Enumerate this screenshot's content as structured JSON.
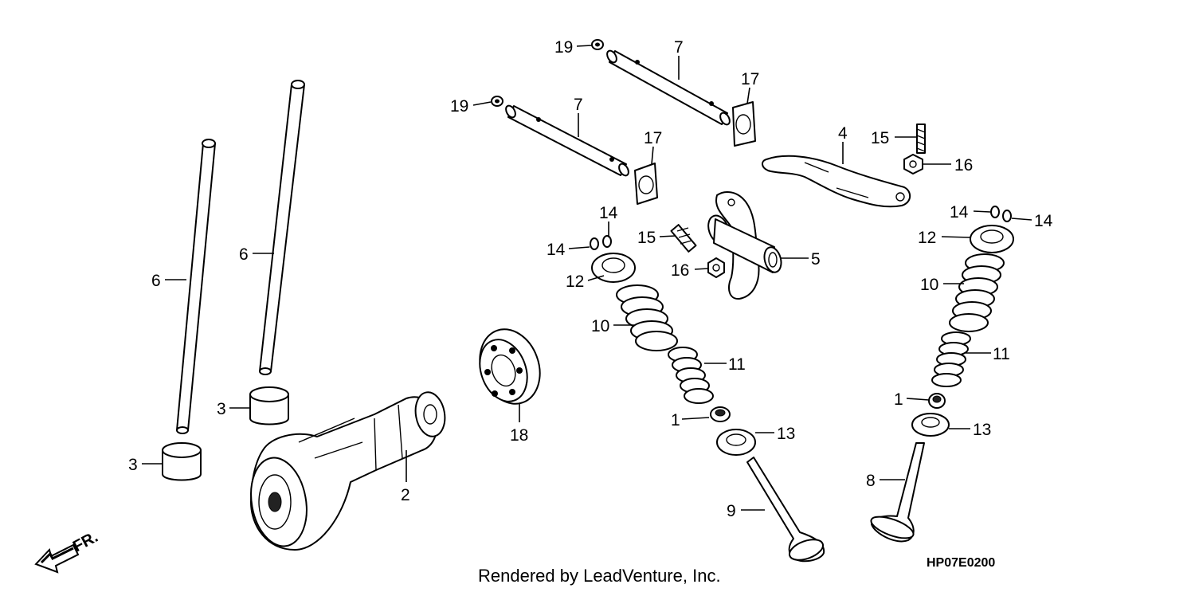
{
  "callouts": [
    {
      "id": "c19a",
      "text": "19"
    },
    {
      "id": "c7a",
      "text": "7"
    },
    {
      "id": "c17a",
      "text": "17"
    },
    {
      "id": "c19b",
      "text": "19"
    },
    {
      "id": "c7b",
      "text": "7"
    },
    {
      "id": "c17b",
      "text": "17"
    },
    {
      "id": "c4",
      "text": "4"
    },
    {
      "id": "c15a",
      "text": "15"
    },
    {
      "id": "c16a",
      "text": "16"
    },
    {
      "id": "c14a",
      "text": "14"
    },
    {
      "id": "c14b",
      "text": "14"
    },
    {
      "id": "c15b",
      "text": "15"
    },
    {
      "id": "c5",
      "text": "5"
    },
    {
      "id": "c16b",
      "text": "16"
    },
    {
      "id": "c14c",
      "text": "14"
    },
    {
      "id": "c14d",
      "text": "14"
    },
    {
      "id": "c12a",
      "text": "12"
    },
    {
      "id": "c12b",
      "text": "12"
    },
    {
      "id": "c10a",
      "text": "10"
    },
    {
      "id": "c10b",
      "text": "10"
    },
    {
      "id": "c11a",
      "text": "11"
    },
    {
      "id": "c11b",
      "text": "11"
    },
    {
      "id": "c1a",
      "text": "1"
    },
    {
      "id": "c1b",
      "text": "1"
    },
    {
      "id": "c13a",
      "text": "13"
    },
    {
      "id": "c13b",
      "text": "13"
    },
    {
      "id": "c6a",
      "text": "6"
    },
    {
      "id": "c6b",
      "text": "6"
    },
    {
      "id": "c3a",
      "text": "3"
    },
    {
      "id": "c3b",
      "text": "3"
    },
    {
      "id": "c18",
      "text": "18"
    },
    {
      "id": "c2",
      "text": "2"
    },
    {
      "id": "c9",
      "text": "9"
    },
    {
      "id": "c8",
      "text": "8"
    }
  ],
  "direction_label": "FR.",
  "footer": "Rendered by LeadVenture, Inc.",
  "diagram_code": "HP07E0200"
}
